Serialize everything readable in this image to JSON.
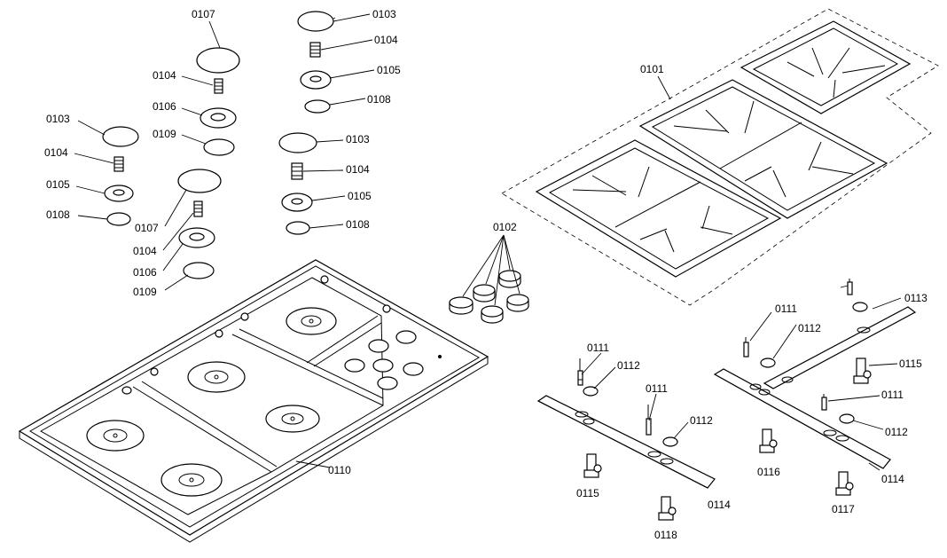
{
  "labels": {
    "p0101": "0101",
    "p0102": "0102",
    "p0103": "0103",
    "p0104": "0104",
    "p0105": "0105",
    "p0106": "0106",
    "p0107": "0107",
    "p0108": "0108",
    "p0109": "0109",
    "p0110": "0110",
    "p0111": "0111",
    "p0112": "0112",
    "p0113": "0113",
    "p0114": "0114",
    "p0115": "0115",
    "p0116": "0116",
    "p0117": "0117",
    "p0118": "0118"
  }
}
